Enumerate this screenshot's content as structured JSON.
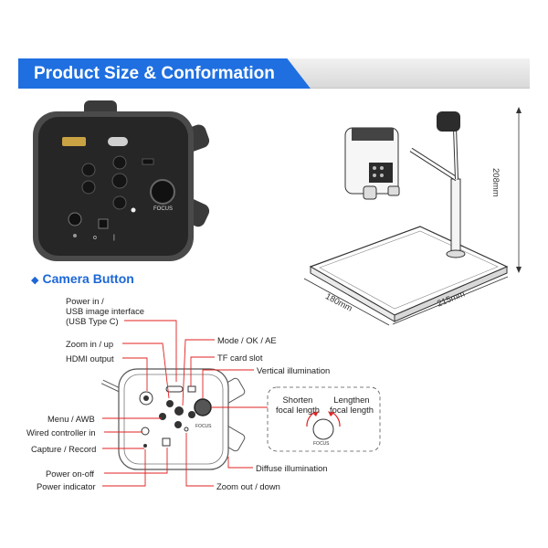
{
  "header": {
    "title": "Product Size & Conformation",
    "accent": "#1f6fe0"
  },
  "camera_photo": {
    "focus_label": "FOCUS"
  },
  "stand": {
    "dimensions": {
      "height": "208mm",
      "depth": "180mm",
      "width": "215mm"
    }
  },
  "section": {
    "title": "Camera Button"
  },
  "callouts": {
    "power_in": [
      "Power in /",
      "USB image interface",
      "(USB Type C)"
    ],
    "zoom_in": "Zoom in / up",
    "hdmi": "HDMI output",
    "mode": "Mode / OK / AE",
    "tf_card": "TF card slot",
    "vertical_illumination": "Vertical illumination",
    "menu": "Menu / AWB",
    "wired_controller": "Wired controller in",
    "capture": "Capture / Record",
    "power_switch": "Power on-off",
    "power_indicator": "Power indicator",
    "zoom_out": "Zoom out / down",
    "diffuse_illumination": "Diffuse illumination",
    "shorten": [
      "Shorten",
      "focal length"
    ],
    "lengthen": [
      "Lengthen",
      "focal length"
    ],
    "focus_small": "FOCUS",
    "diagram_focus": "FOCUS"
  },
  "colors": {
    "callout_line": "#e02020",
    "section_blue": "#1d67d6"
  }
}
